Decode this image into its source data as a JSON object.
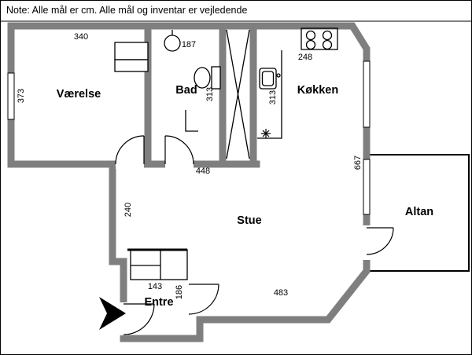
{
  "note": "Note: Alle mål er cm. Alle mål og inventar er vejledende",
  "rooms": {
    "vaerelse": "Værelse",
    "bad": "Bad",
    "koekken": "Køkken",
    "stue": "Stue",
    "entre": "Entre",
    "altan": "Altan"
  },
  "dims": {
    "vaerelse_w": "340",
    "vaerelse_h": "373",
    "bad_w": "187",
    "bad_h": "313",
    "koekken_w": "248",
    "koekken_h": "313",
    "stue_top_w": "448",
    "right_wall_h": "667",
    "stue_left_h": "240",
    "entre_w": "143",
    "entre_h": "186",
    "stue_bottom_w": "483"
  },
  "colors": {
    "wall": "#7f7f7f",
    "line": "#000000"
  }
}
